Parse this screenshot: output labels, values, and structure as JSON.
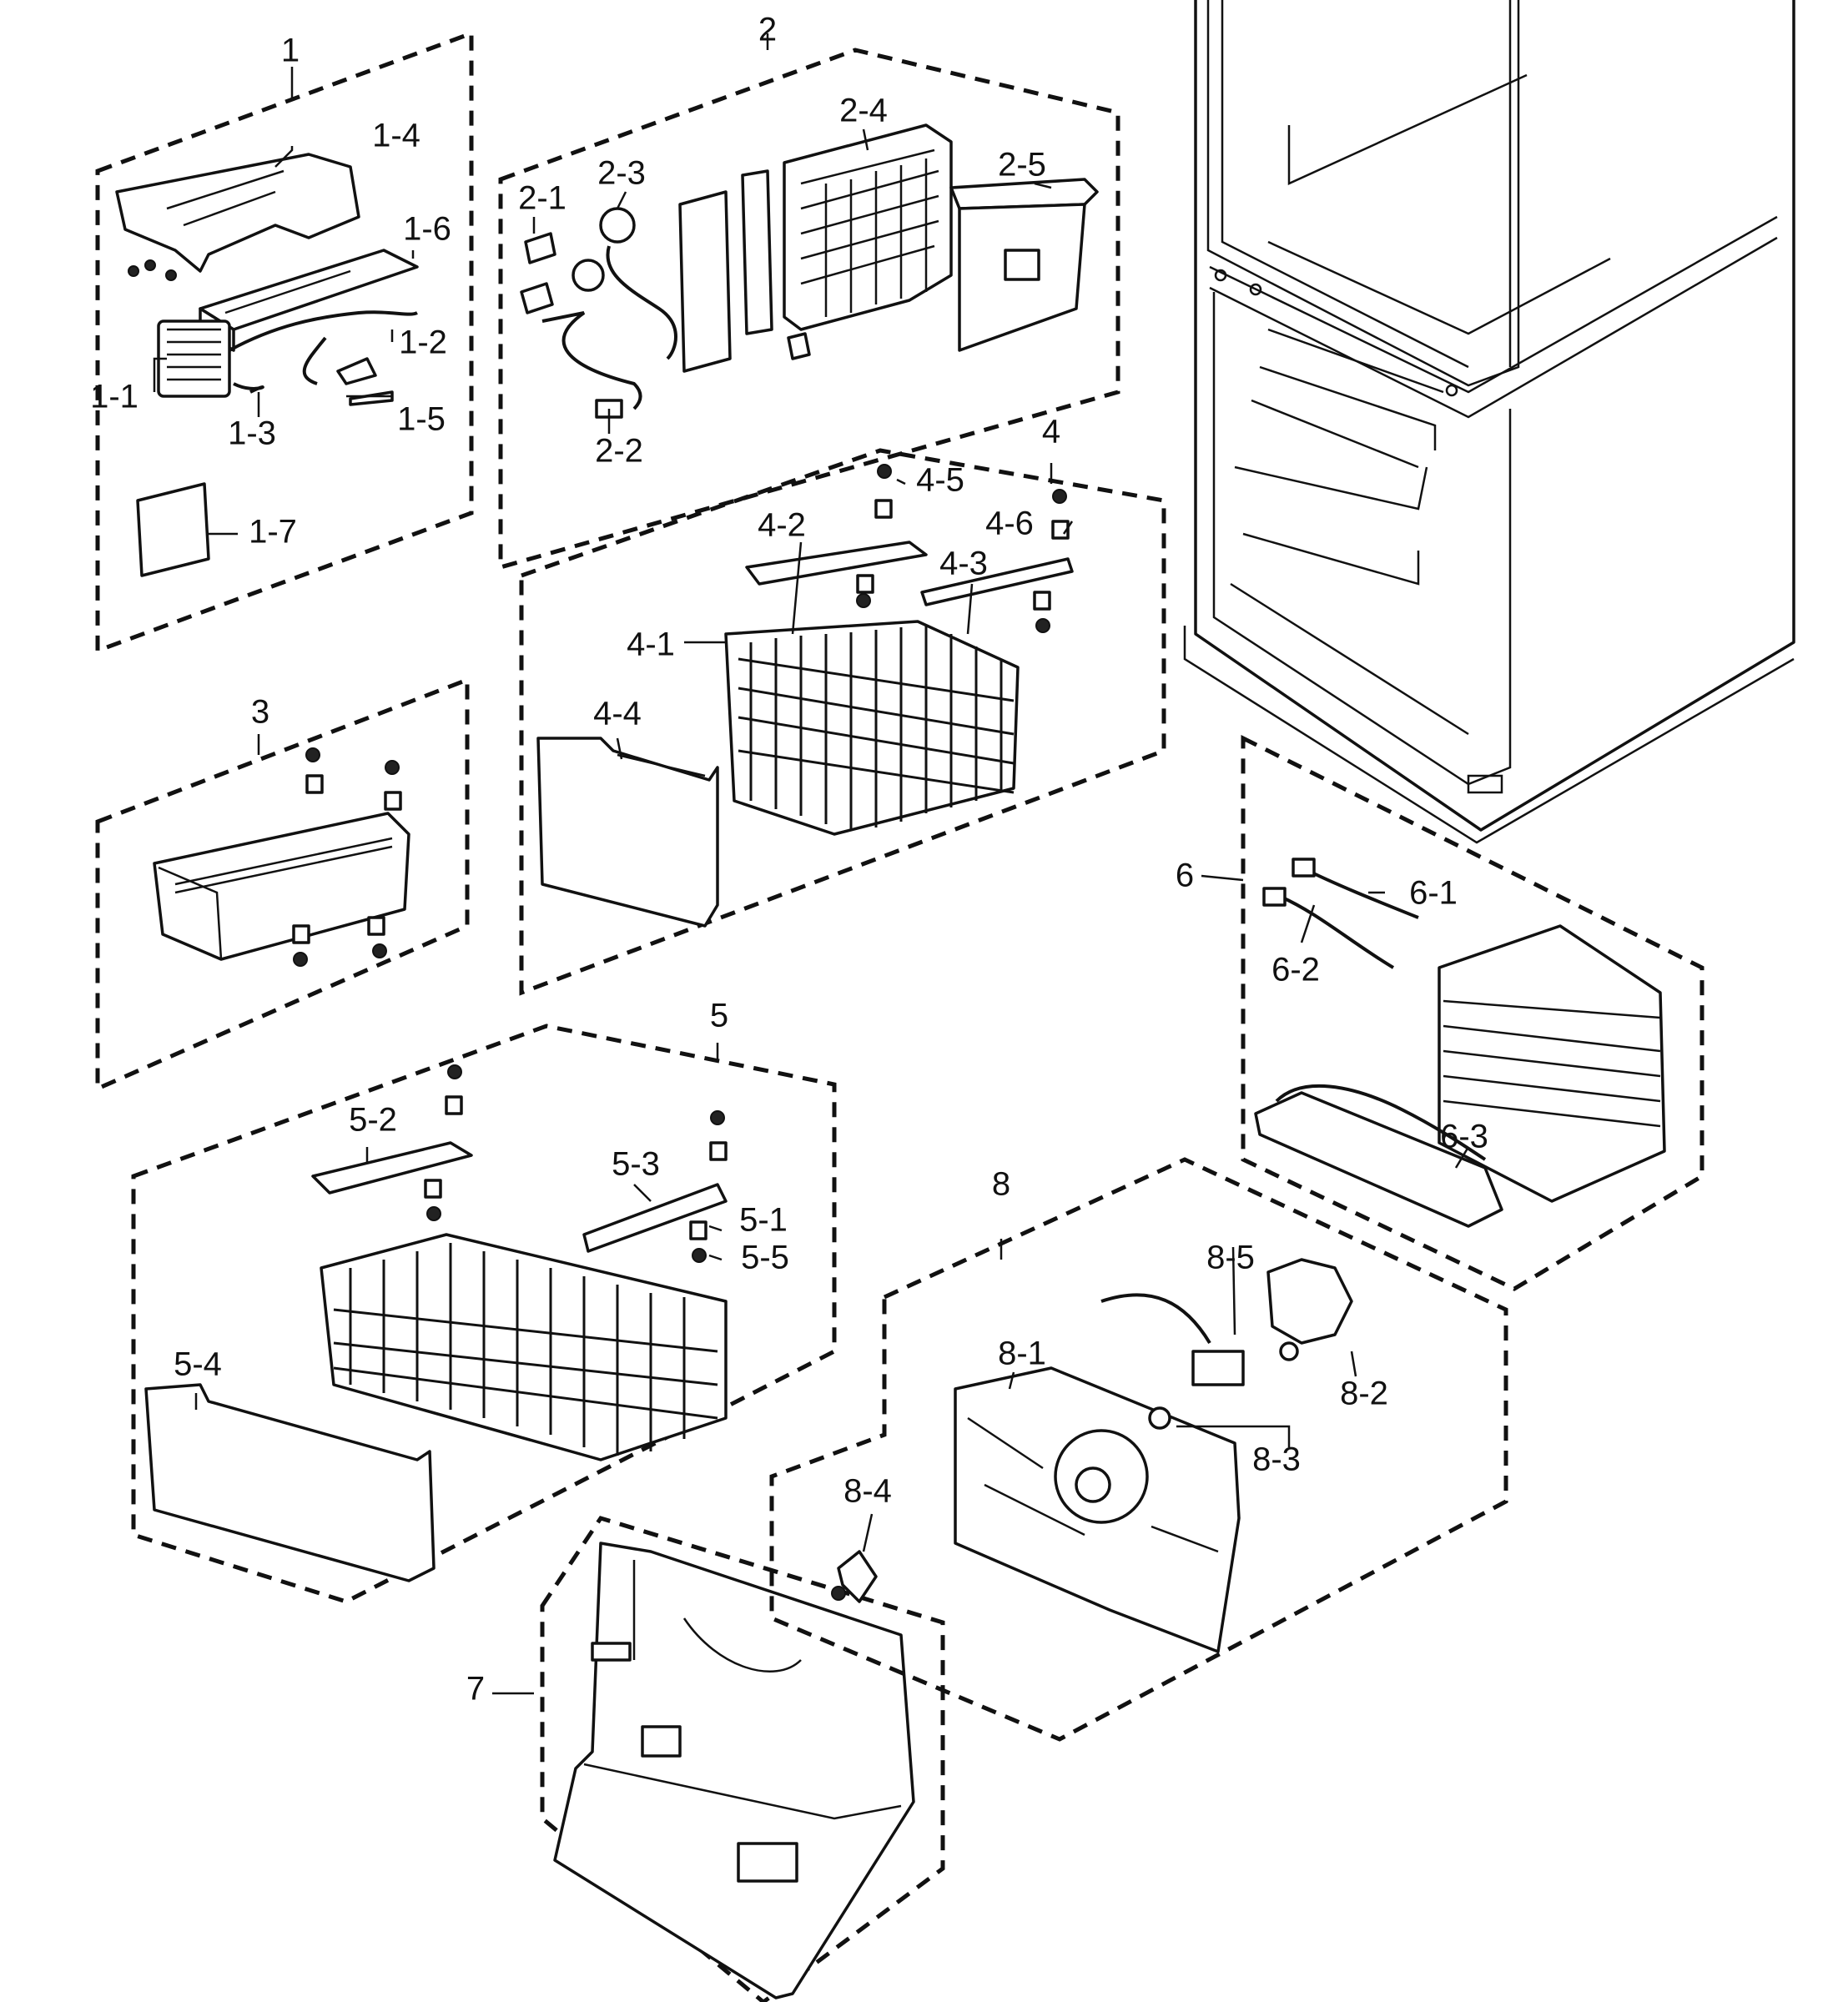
{
  "diagram": {
    "groups": [
      {
        "id": "1",
        "label": "1",
        "parts": [
          {
            "id": "1-1",
            "label": "1-1"
          },
          {
            "id": "1-2",
            "label": "1-2"
          },
          {
            "id": "1-3",
            "label": "1-3"
          },
          {
            "id": "1-4",
            "label": "1-4"
          },
          {
            "id": "1-5",
            "label": "1-5"
          },
          {
            "id": "1-6",
            "label": "1-6"
          },
          {
            "id": "1-7",
            "label": "1-7"
          }
        ]
      },
      {
        "id": "2",
        "label": "2",
        "parts": [
          {
            "id": "2-1",
            "label": "2-1"
          },
          {
            "id": "2-2",
            "label": "2-2"
          },
          {
            "id": "2-3",
            "label": "2-3"
          },
          {
            "id": "2-4",
            "label": "2-4"
          },
          {
            "id": "2-5",
            "label": "2-5"
          }
        ]
      },
      {
        "id": "3",
        "label": "3",
        "parts": []
      },
      {
        "id": "4",
        "label": "4",
        "parts": [
          {
            "id": "4-1",
            "label": "4-1"
          },
          {
            "id": "4-2",
            "label": "4-2"
          },
          {
            "id": "4-3",
            "label": "4-3"
          },
          {
            "id": "4-4",
            "label": "4-4"
          },
          {
            "id": "4-5",
            "label": "4-5"
          },
          {
            "id": "4-6",
            "label": "4-6"
          }
        ]
      },
      {
        "id": "5",
        "label": "5",
        "parts": [
          {
            "id": "5-1",
            "label": "5-1"
          },
          {
            "id": "5-2",
            "label": "5-2"
          },
          {
            "id": "5-3",
            "label": "5-3"
          },
          {
            "id": "5-4",
            "label": "5-4"
          },
          {
            "id": "5-5",
            "label": "5-5"
          }
        ]
      },
      {
        "id": "6",
        "label": "6",
        "parts": [
          {
            "id": "6-1",
            "label": "6-1"
          },
          {
            "id": "6-2",
            "label": "6-2"
          },
          {
            "id": "6-3",
            "label": "6-3"
          }
        ]
      },
      {
        "id": "7",
        "label": "7",
        "parts": []
      },
      {
        "id": "8",
        "label": "8",
        "parts": [
          {
            "id": "8-1",
            "label": "8-1"
          },
          {
            "id": "8-2",
            "label": "8-2"
          },
          {
            "id": "8-3",
            "label": "8-3"
          },
          {
            "id": "8-4",
            "label": "8-4"
          },
          {
            "id": "8-5",
            "label": "8-5"
          }
        ]
      }
    ]
  }
}
